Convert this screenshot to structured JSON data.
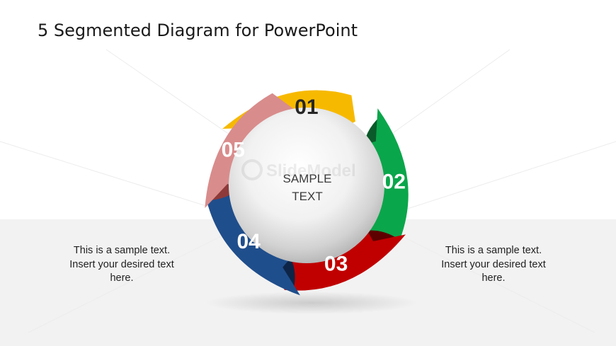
{
  "title": "5 Segmented Diagram for PowerPoint",
  "center_text": {
    "line1": "SAMPLE",
    "line2": "TEXT"
  },
  "segments": [
    {
      "number": "01",
      "color": "#F7B900",
      "shade": "#7A5A00"
    },
    {
      "number": "02",
      "color": "#0AA64B",
      "shade": "#0B5A2A"
    },
    {
      "number": "03",
      "color": "#C00000",
      "shade": "#5E0000"
    },
    {
      "number": "04",
      "color": "#1F4E8C",
      "shade": "#0E2547"
    },
    {
      "number": "05",
      "color": "#D98C8C",
      "shade": "#8E3A3A"
    }
  ],
  "captions": {
    "left": [
      "This is a sample text.",
      "Insert your desired text",
      "here."
    ],
    "right": [
      "This is a sample text.",
      "Insert your desired text",
      "here."
    ]
  },
  "watermark": "SlideModel"
}
